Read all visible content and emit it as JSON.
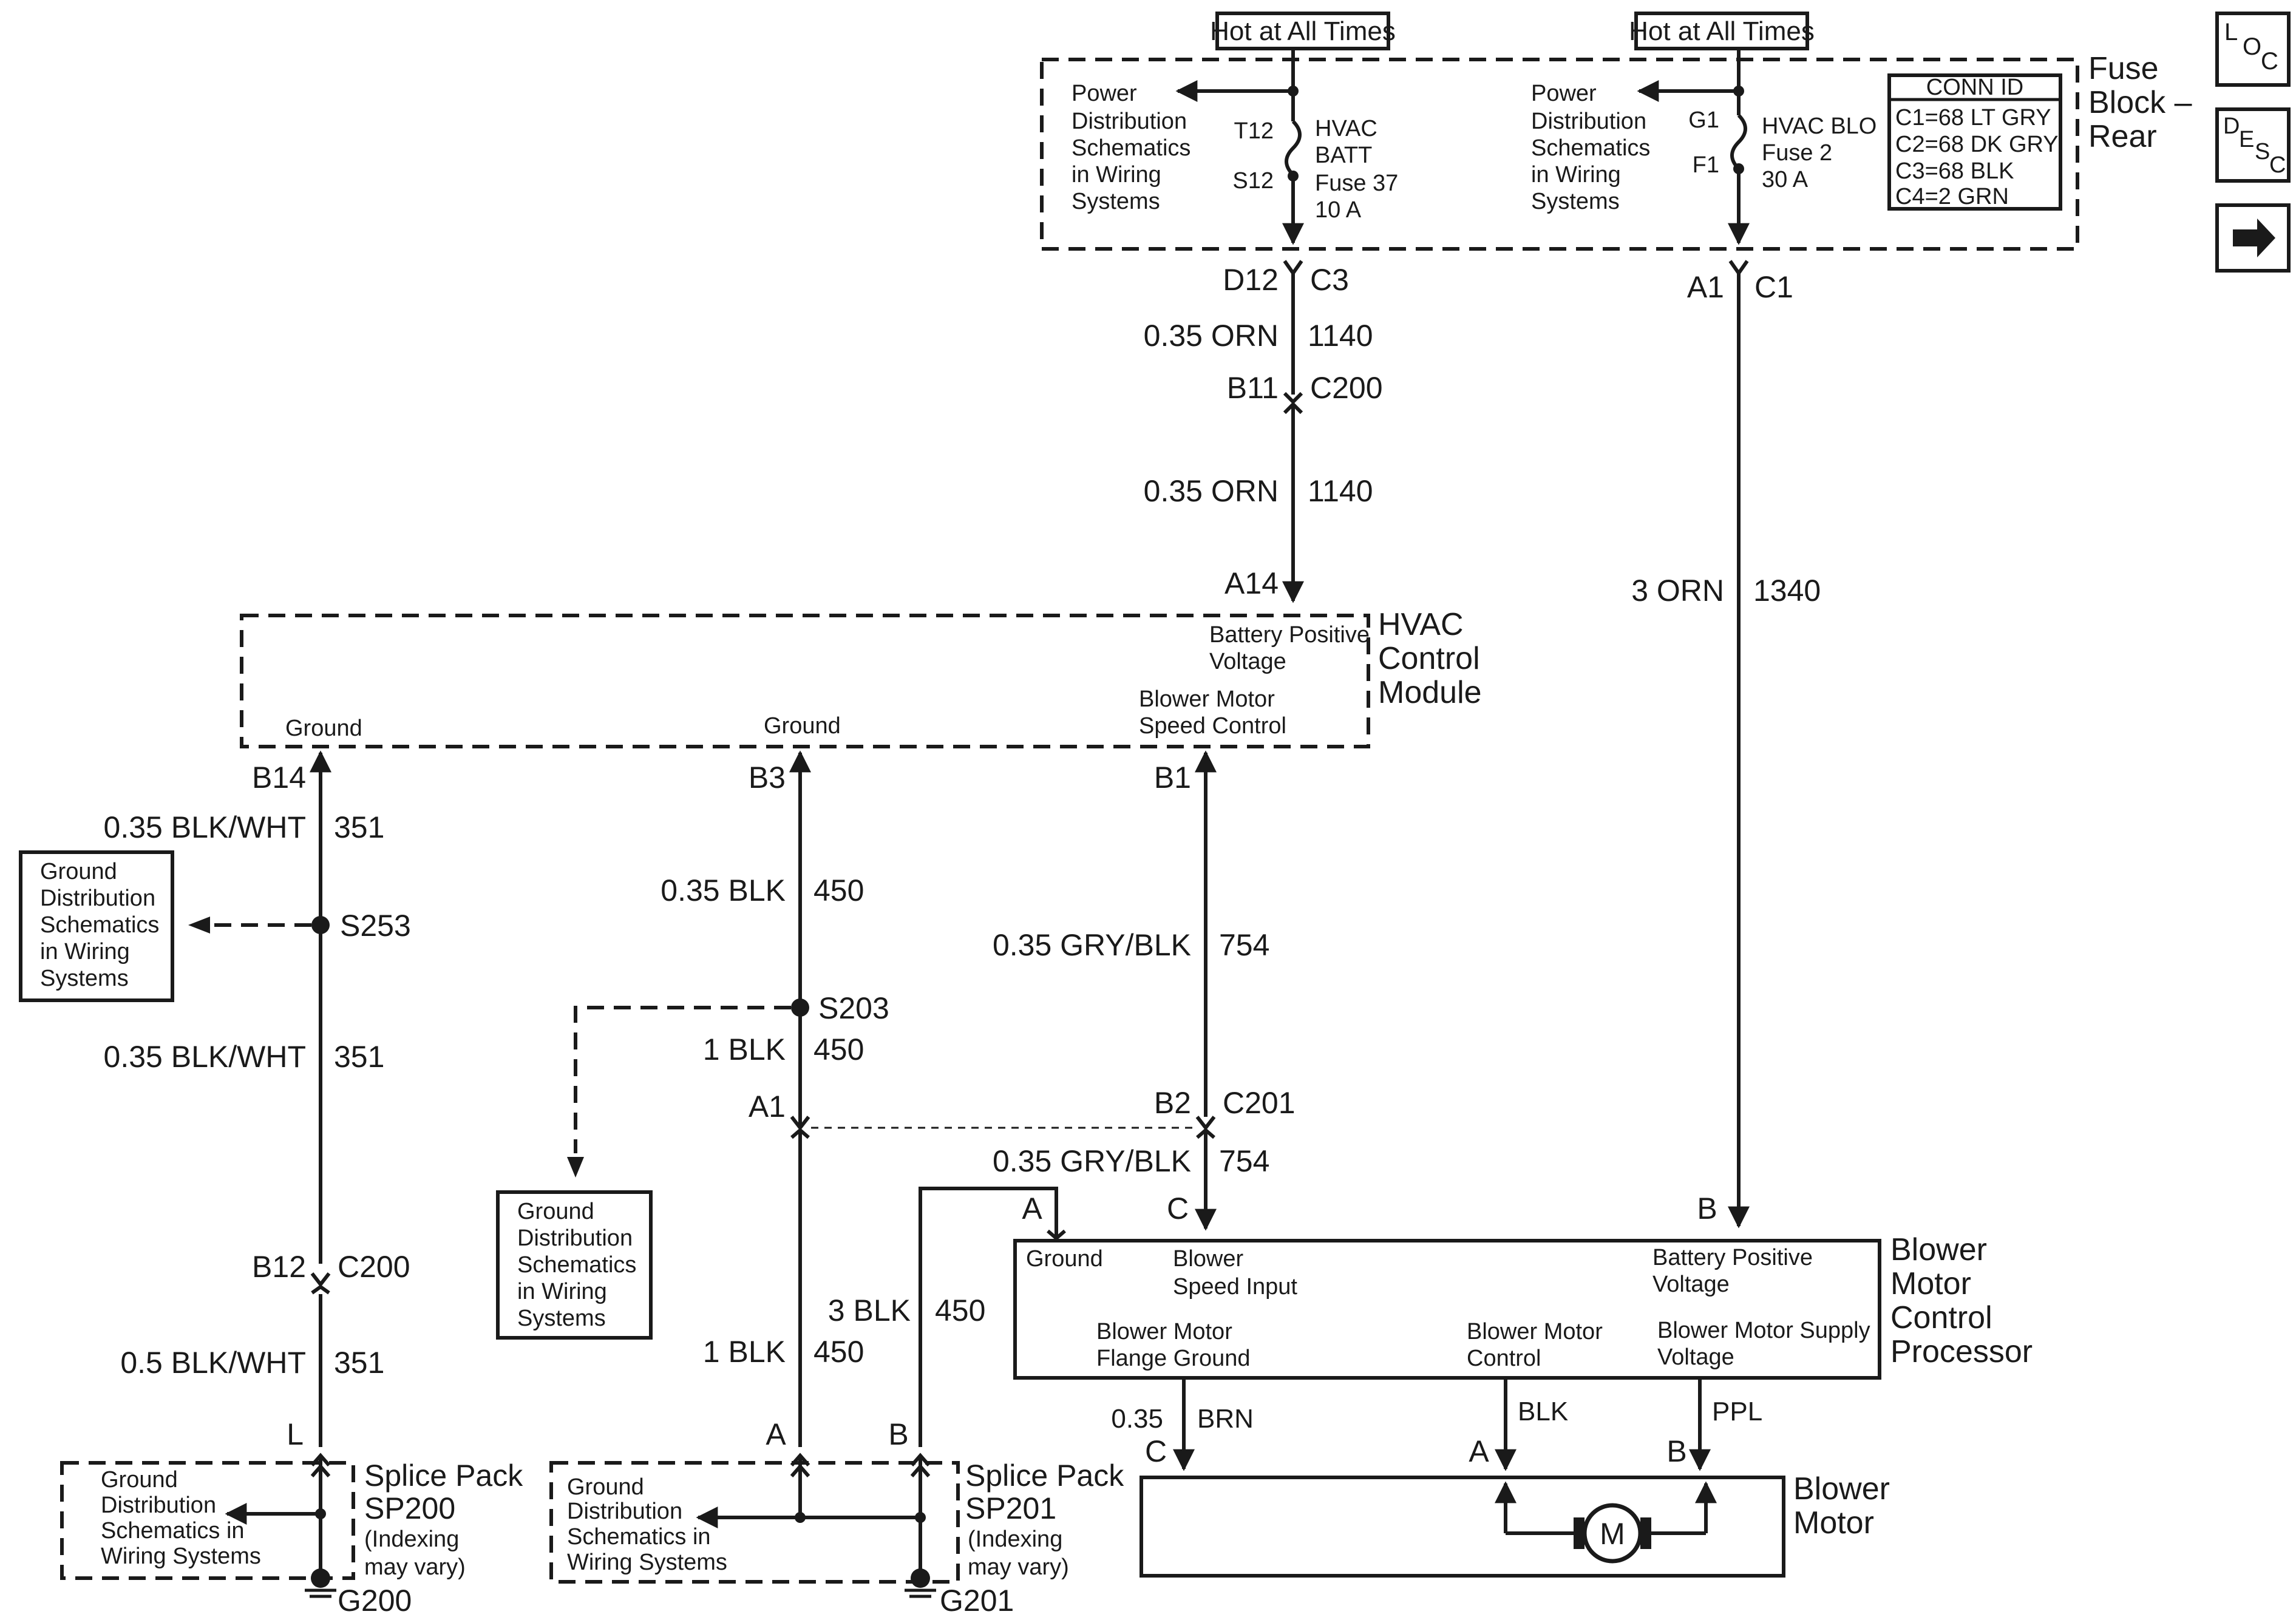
{
  "fuse_block": {
    "title_lines": [
      "Fuse",
      "Block –",
      "Rear"
    ],
    "hot_left": "Hot at All Times",
    "hot_right": "Hot at All Times",
    "power_left_lines": [
      "Power",
      "Distribution",
      "Schematics",
      "in Wiring",
      "Systems"
    ],
    "power_right_lines": [
      "Power",
      "Distribution",
      "Schematics",
      "in Wiring",
      "Systems"
    ],
    "pin_t12": "T12",
    "pin_s12": "S12",
    "pin_g1": "G1",
    "pin_f1": "F1",
    "fuse37_lines": [
      "HVAC",
      "BATT",
      "Fuse 37",
      "10 A"
    ],
    "fuse2_lines": [
      "HVAC BLO",
      "Fuse 2",
      "30 A"
    ],
    "conn_id": {
      "title": "CONN ID",
      "rows": [
        "C1=68 LT GRY",
        "C2=68 DK GRY",
        "C3=68 BLK",
        "C4=2 GRN"
      ]
    }
  },
  "nav_icons": {
    "loc": [
      "L",
      "O",
      "C"
    ],
    "desc": [
      "D",
      "E",
      "S",
      "C"
    ]
  },
  "wires": {
    "d12": "D12",
    "c3": "C3",
    "orn_1_wire": "0.35 ORN",
    "orn_1_circ": "1140",
    "b11": "B11",
    "c200_top": "C200",
    "orn_2_wire": "0.35 ORN",
    "orn_2_circ": "1140",
    "a14": "A14",
    "a1_top": "A1",
    "c1_top": "C1",
    "orn3_wire": "3 ORN",
    "orn3_circ": "1340",
    "b14": "B14",
    "b3": "B3",
    "b1": "B1",
    "blkwht_1_wire": "0.35 BLK/WHT",
    "blkwht_1_circ": "351",
    "s253": "S253",
    "blkwht_2_wire": "0.35 BLK/WHT",
    "blkwht_2_circ": "351",
    "b12": "B12",
    "c200_bottom": "C200",
    "blkwht_3_wire": "0.5 BLK/WHT",
    "blkwht_3_circ": "351",
    "pin_l": "L",
    "blk_1_wire": "0.35 BLK",
    "blk_1_circ": "450",
    "s203": "S203",
    "blk_2_wire": "1 BLK",
    "blk_2_circ": "450",
    "a1_mid": "A1",
    "blk_3_wire": "3 BLK",
    "blk_3_circ": "450",
    "blk_4_wire": "1 BLK",
    "blk_4_circ": "450",
    "pin_a_sp201": "A",
    "pin_b_sp201": "B",
    "grybk_1_wire": "0.35 GRY/BLK",
    "grybk_1_circ": "754",
    "b2": "B2",
    "c201": "C201",
    "grybk_2_wire": "0.35 GRY/BLK",
    "grybk_2_circ": "754",
    "bmcp_pin_a": "A",
    "bmcp_pin_c": "C",
    "bmcp_pin_b": "B",
    "motor_brn_wire": "0.35",
    "motor_brn_color": "BRN",
    "motor_blk_color": "BLK",
    "motor_ppl_color": "PPL",
    "motor_pin_c": "C",
    "motor_pin_a": "A",
    "motor_pin_b": "B"
  },
  "hvac_module": {
    "title_lines": [
      "HVAC",
      "Control",
      "Module"
    ],
    "battery_lines": [
      "Battery Positive",
      "Voltage"
    ],
    "blower_lines": [
      "Blower Motor",
      "Speed Control"
    ],
    "ground_left": "Ground",
    "ground_mid": "Ground"
  },
  "ground_refs": {
    "left_lines": [
      "Ground",
      "Distribution",
      "Schematics",
      "in Wiring",
      "Systems"
    ],
    "mid_lines": [
      "Ground",
      "Distribution",
      "Schematics",
      "in Wiring",
      "Systems"
    ]
  },
  "bmcp": {
    "title_lines": [
      "Blower",
      "Motor",
      "Control",
      "Processor"
    ],
    "ground": "Ground",
    "speed_lines": [
      "Blower",
      "Speed Input"
    ],
    "batt_lines": [
      "Battery Positive",
      "Voltage"
    ],
    "flange_lines": [
      "Blower Motor",
      "Flange Ground"
    ],
    "control_lines": [
      "Blower Motor",
      "Control"
    ],
    "supply_lines": [
      "Blower Motor Supply",
      "Voltage"
    ]
  },
  "blower_motor": {
    "title_lines": [
      "Blower",
      "Motor"
    ],
    "symbol": "M"
  },
  "splice_packs": {
    "sp200_title_lines": [
      "Splice Pack",
      "SP200"
    ],
    "sp200_note_lines": [
      "(Indexing",
      "may vary)"
    ],
    "sp200_ground_lines": [
      "Ground",
      "Distribution",
      "Schematics in",
      "Wiring Systems"
    ],
    "g200": "G200",
    "sp201_title_lines": [
      "Splice Pack",
      "SP201"
    ],
    "sp201_note_lines": [
      "(Indexing",
      "may vary)"
    ],
    "sp201_ground_lines": [
      "Ground",
      "Distribution",
      "Schematics in",
      "Wiring Systems"
    ],
    "g201": "G201"
  }
}
